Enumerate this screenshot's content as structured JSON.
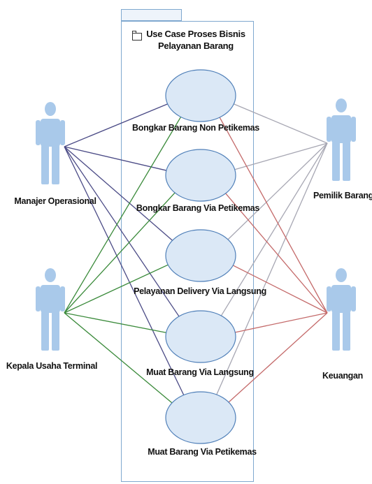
{
  "diagram": {
    "system_title": "Use Case Proses Bisnis Pelayanan Barang",
    "colors": {
      "actor_fill": "#a9c9ea",
      "usecase_fill": "#dbe8f6",
      "usecase_stroke": "#4f7fb8",
      "line_manajer": "#4b4b86",
      "line_kepala": "#3a8a3a",
      "line_pemilik": "#a7a7b3",
      "line_keuangan": "#c46a6a"
    }
  },
  "actors": [
    {
      "id": "manajer",
      "label": "Manajer Operasional"
    },
    {
      "id": "kepala",
      "label": "Kepala Usaha Terminal"
    },
    {
      "id": "pemilik",
      "label": "Pemilik Barang"
    },
    {
      "id": "keuangan",
      "label": "Keuangan"
    }
  ],
  "use_cases": [
    {
      "id": "uc1",
      "label": "Bongkar Barang Non Petikemas"
    },
    {
      "id": "uc2",
      "label": "Bongkar Barang Via Petikemas"
    },
    {
      "id": "uc3",
      "label": "Pelayanan Delivery Via Langsung"
    },
    {
      "id": "uc4",
      "label": "Muat Barang Via Langsung"
    },
    {
      "id": "uc5",
      "label": "Muat Barang Via Petikemas"
    }
  ],
  "associations": [
    {
      "actor": "manajer",
      "use_case": "uc1"
    },
    {
      "actor": "manajer",
      "use_case": "uc2"
    },
    {
      "actor": "manajer",
      "use_case": "uc3"
    },
    {
      "actor": "manajer",
      "use_case": "uc4"
    },
    {
      "actor": "manajer",
      "use_case": "uc5"
    },
    {
      "actor": "kepala",
      "use_case": "uc1"
    },
    {
      "actor": "kepala",
      "use_case": "uc2"
    },
    {
      "actor": "kepala",
      "use_case": "uc3"
    },
    {
      "actor": "kepala",
      "use_case": "uc4"
    },
    {
      "actor": "kepala",
      "use_case": "uc5"
    },
    {
      "actor": "pemilik",
      "use_case": "uc1"
    },
    {
      "actor": "pemilik",
      "use_case": "uc2"
    },
    {
      "actor": "pemilik",
      "use_case": "uc3"
    },
    {
      "actor": "pemilik",
      "use_case": "uc4"
    },
    {
      "actor": "pemilik",
      "use_case": "uc5"
    },
    {
      "actor": "keuangan",
      "use_case": "uc1"
    },
    {
      "actor": "keuangan",
      "use_case": "uc2"
    },
    {
      "actor": "keuangan",
      "use_case": "uc3"
    },
    {
      "actor": "keuangan",
      "use_case": "uc4"
    },
    {
      "actor": "keuangan",
      "use_case": "uc5"
    }
  ]
}
